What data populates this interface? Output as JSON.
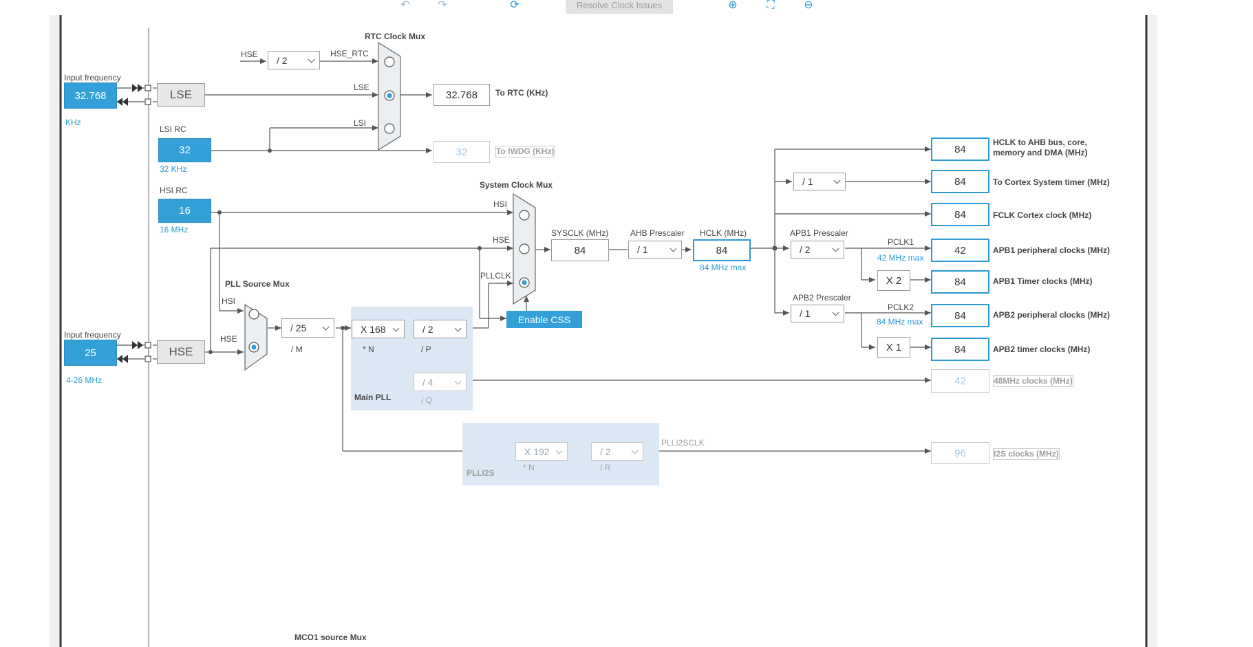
{
  "toolbar": {
    "resolve_label": "Resolve Clock Issues",
    "icons": [
      "undo-icon",
      "redo-icon",
      "refresh-icon",
      "zoom-in-icon",
      "fit-screen-icon",
      "zoom-out-icon"
    ]
  },
  "colors": {
    "accent": "#33a0d8",
    "pll_bg": "#dce9f5",
    "line": "#555555"
  },
  "lse": {
    "input_label": "Input frequency",
    "value": "32.768",
    "unit": "KHz",
    "block": "LSE"
  },
  "lsi": {
    "title": "LSI RC",
    "value": "32",
    "unit": "32 KHz"
  },
  "hsi": {
    "title": "HSI RC",
    "value": "16",
    "unit": "16 MHz"
  },
  "hse": {
    "input_label": "Input frequency",
    "value": "25",
    "range": "4-26 MHz",
    "block": "HSE"
  },
  "rtc": {
    "mux_title": "RTC Clock Mux",
    "hse_in": "HSE",
    "div": "/ 2",
    "hse_rtc": "HSE_RTC",
    "lse_in": "LSE",
    "lsi_in": "LSI",
    "out_value": "32.768",
    "out_label": "To RTC (KHz)",
    "iwdg_value": "32",
    "iwdg_label": "To IWDG (KHz)"
  },
  "pll_src": {
    "title": "PLL Source Mux",
    "hsi": "HSI",
    "hse": "HSE",
    "m_div": "/ 25",
    "m_label": "/ M"
  },
  "main_pll": {
    "title": "Main PLL",
    "n_mul": "X 168",
    "n_label": "* N",
    "p_div": "/ 2",
    "p_label": "/ P",
    "q_div": "/ 4",
    "q_label": "/ Q"
  },
  "sysmux": {
    "title": "System Clock Mux",
    "hsi": "HSI",
    "hse": "HSE",
    "pllclk": "PLLCLK",
    "enable_css": "Enable CSS"
  },
  "sysclk": {
    "label": "SYSCLK (MHz)",
    "value": "84"
  },
  "ahb": {
    "label": "AHB Prescaler",
    "value": "/ 1"
  },
  "hclk": {
    "label": "HCLK (MHz)",
    "value": "84",
    "max": "84 MHz max"
  },
  "apb1": {
    "label": "APB1 Prescaler",
    "value": "/ 2",
    "pclk": "PCLK1",
    "max": "42 MHz max",
    "timer_mul": "X 2"
  },
  "apb2": {
    "label": "APB2 Prescaler",
    "value": "/ 1",
    "pclk": "PCLK2",
    "max": "84 MHz max",
    "timer_mul": "X 1"
  },
  "cortex_div": "/ 1",
  "outputs": [
    {
      "value": "84",
      "label": "HCLK to AHB bus, core, memory and DMA (MHz)"
    },
    {
      "value": "84",
      "label": "To Cortex System timer (MHz)"
    },
    {
      "value": "84",
      "label": "FCLK Cortex clock (MHz)"
    },
    {
      "value": "42",
      "label": "APB1 peripheral clocks (MHz)"
    },
    {
      "value": "84",
      "label": "APB1 Timer clocks (MHz)"
    },
    {
      "value": "84",
      "label": "APB2 peripheral clocks (MHz)"
    },
    {
      "value": "84",
      "label": "APB2 timer clocks (MHz)"
    },
    {
      "value": "42",
      "label": "48MHz clocks (MHz)"
    },
    {
      "value": "96",
      "label": "I2S clocks (MHz)"
    }
  ],
  "plli2s": {
    "title": "PLLI2S",
    "n_mul": "X 192",
    "n_label": "* N",
    "r_div": "/ 2",
    "r_label": "/ R",
    "out": "PLLI2SCLK"
  },
  "mco1": {
    "title": "MCO1 source Mux"
  }
}
